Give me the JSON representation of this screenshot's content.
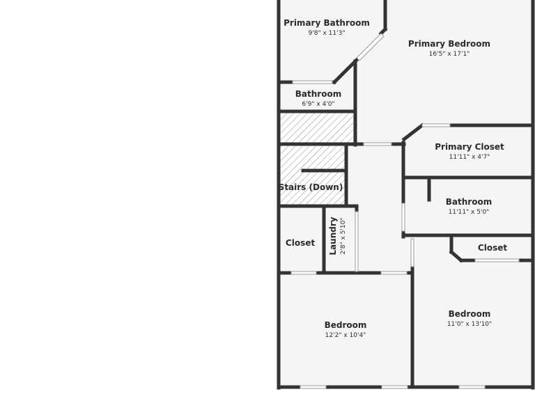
{
  "rooms": {
    "primary_bathroom": {
      "name": "Primary Bathroom",
      "dims": "9'8\" x 11'3\""
    },
    "primary_bedroom": {
      "name": "Primary Bedroom",
      "dims": "16'5\" x 17'1\""
    },
    "bathroom_small": {
      "name": "Bathroom",
      "dims": "6'9\" x 4'0\""
    },
    "primary_closet": {
      "name": "Primary Closet",
      "dims": "11'11\" x 4'7\""
    },
    "stairs": {
      "name": "Stairs (Down)"
    },
    "bathroom_2": {
      "name": "Bathroom",
      "dims": "11'11\" x 5'0\""
    },
    "laundry": {
      "name": "Laundry",
      "dims": "2'8\" x 5'10\""
    },
    "closet_left": {
      "name": "Closet"
    },
    "closet_right": {
      "name": "Closet"
    },
    "bedroom_left": {
      "name": "Bedroom",
      "dims": "12'2\" x 10'4\""
    },
    "bedroom_right": {
      "name": "Bedroom",
      "dims": "11'0\" x 13'10\""
    }
  },
  "colors": {
    "wall": "#333333",
    "floor": "#f5f5f5",
    "window": "#ffffff",
    "hatch": "#8a8a8a"
  }
}
